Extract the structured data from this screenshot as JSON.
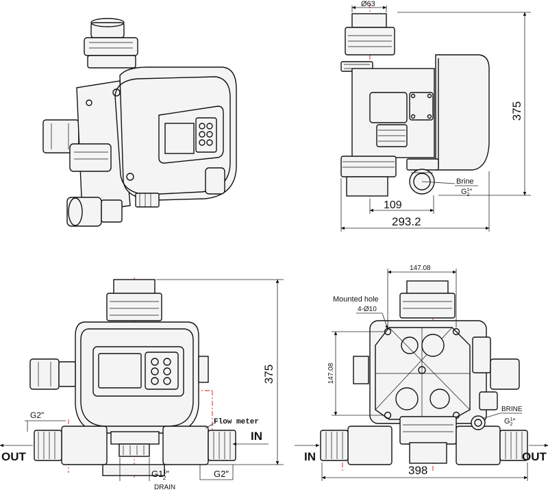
{
  "top_view": {
    "pipe_diameter": "Ø63",
    "height_dim": "375",
    "brine_label": "Brine",
    "brine_thread_prefix": "G",
    "brine_thread_frac_num": "1",
    "brine_thread_frac_den": "2",
    "brine_thread_suffix": "\"",
    "offset_dim": "109",
    "width_dim": "293.2"
  },
  "front_view": {
    "height_dim": "375",
    "inlet_thread": "G2″",
    "flow_meter_label": "Flow meter",
    "in_label": "IN",
    "out_label": "OUT",
    "drain_thread_prefix": "G1",
    "drain_thread_frac_num": "1",
    "drain_thread_frac_den": "2",
    "drain_thread_suffix": "″",
    "drain_label": "DRAIN",
    "outlet_thread": "G2″"
  },
  "back_view": {
    "top_width_dim": "147.08",
    "mounted_hole_label": "Mounted hole",
    "mounted_hole_spec": "4-Ø10",
    "side_height_dim": "147.08",
    "brine_label": "BRINE",
    "brine_thread_prefix": "G",
    "brine_thread_frac_num": "1",
    "brine_thread_frac_den": "2",
    "brine_thread_suffix": "″",
    "in_label": "IN",
    "out_label": "OUT",
    "width_dim": "398"
  }
}
